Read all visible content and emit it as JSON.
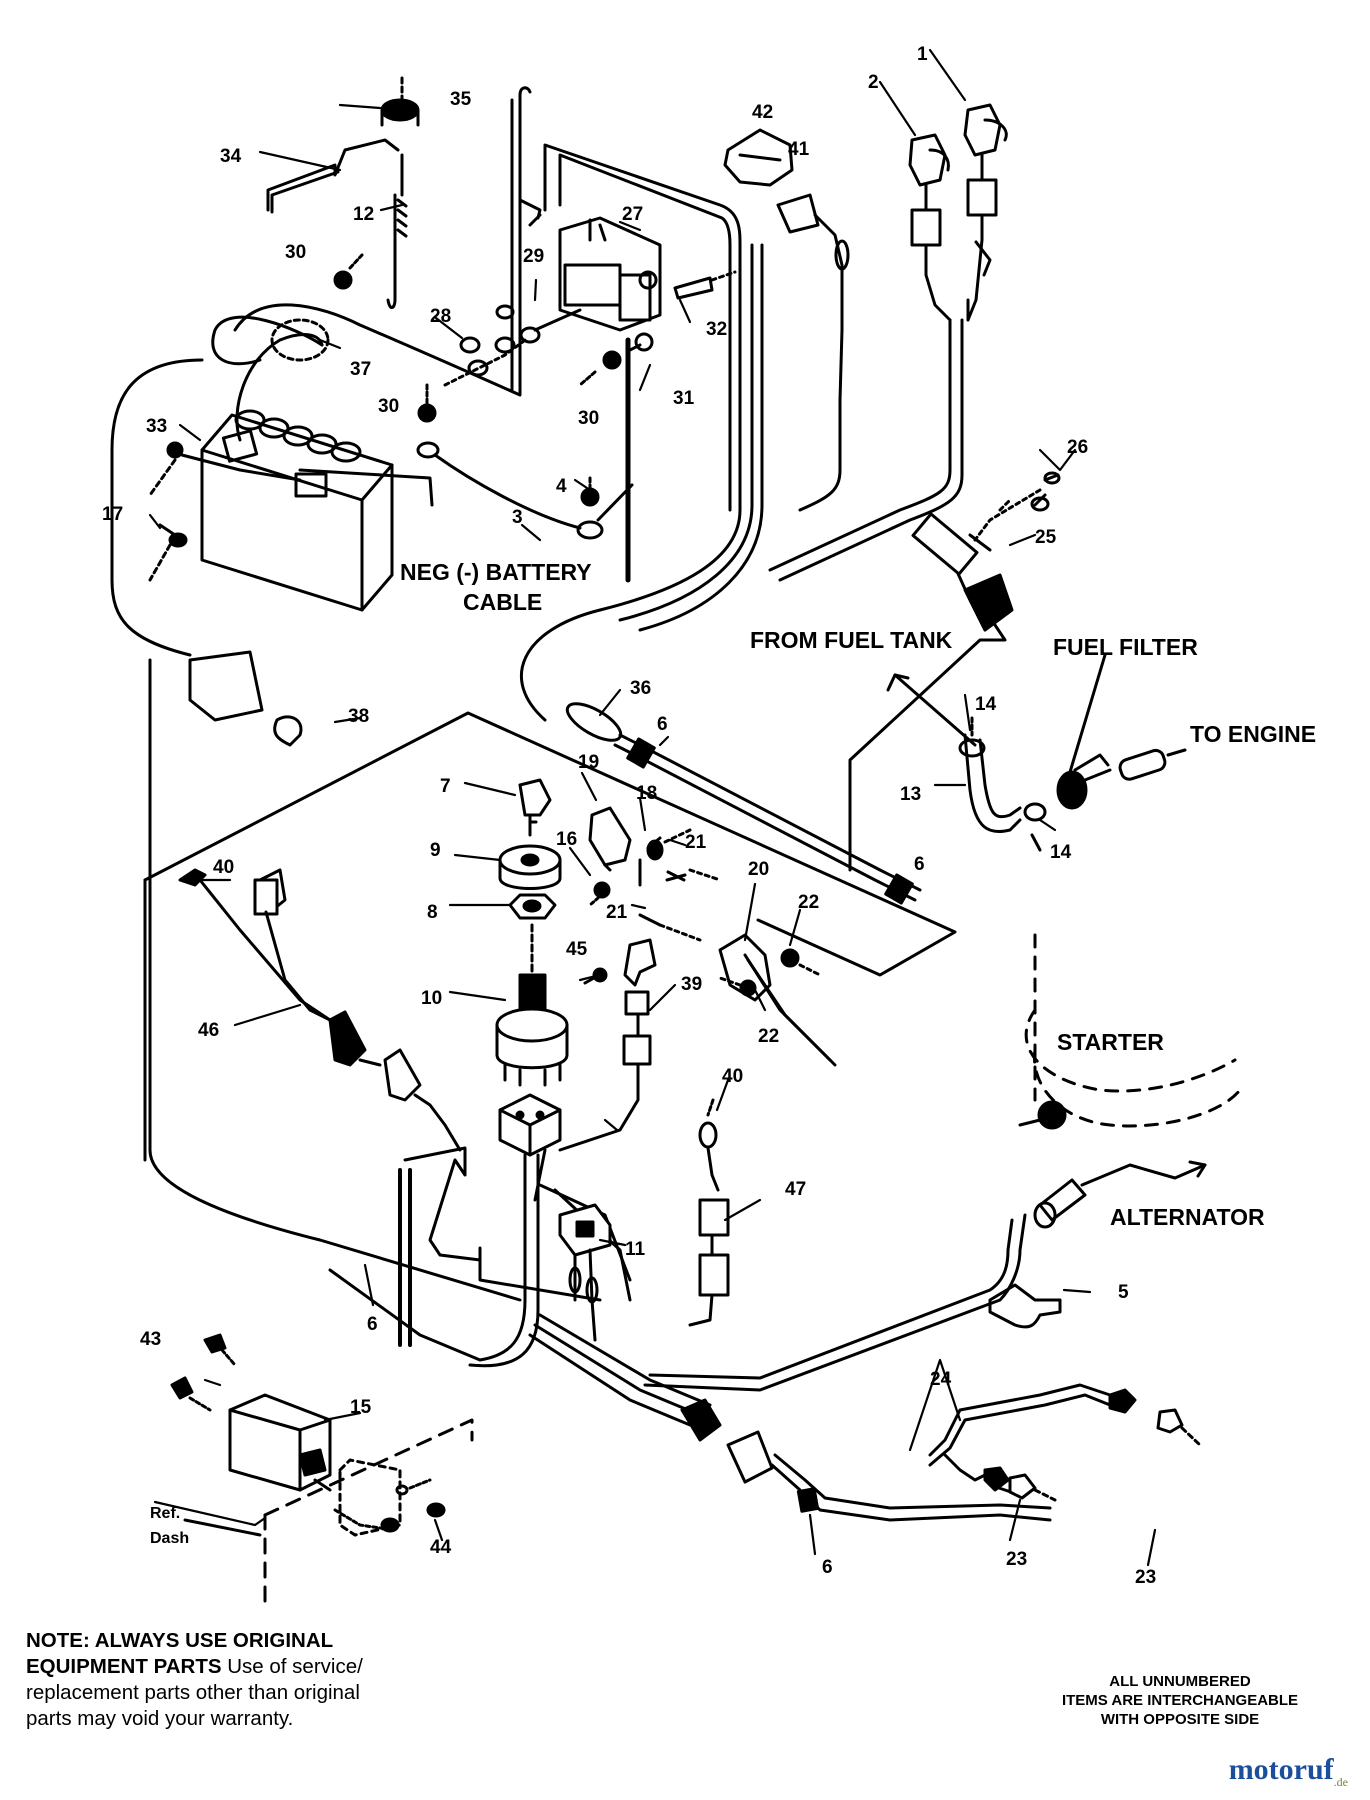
{
  "parts": {
    "p1": "1",
    "p2": "2",
    "p3": "3",
    "p4": "4",
    "p5": "5",
    "p6a": "6",
    "p6b": "6",
    "p6c": "6",
    "p6d": "6",
    "p7": "7",
    "p8": "8",
    "p9": "9",
    "p10": "10",
    "p11": "11",
    "p12": "12",
    "p13": "13",
    "p14a": "14",
    "p14b": "14",
    "p15": "15",
    "p16": "16",
    "p17": "17",
    "p18": "18",
    "p19": "19",
    "p20": "20",
    "p21a": "21",
    "p21b": "21",
    "p22a": "22",
    "p22b": "22",
    "p23a": "23",
    "p23b": "23",
    "p24": "24",
    "p25": "25",
    "p26": "26",
    "p27": "27",
    "p28": "28",
    "p29": "29",
    "p30a": "30",
    "p30b": "30",
    "p30c": "30",
    "p31": "31",
    "p32": "32",
    "p33": "33",
    "p34": "34",
    "p35": "35",
    "p36": "36",
    "p37": "37",
    "p38": "38",
    "p39": "39",
    "p40a": "40",
    "p40b": "40",
    "p41": "41",
    "p42": "42",
    "p43": "43",
    "p44": "44",
    "p45": "45",
    "p46": "46",
    "p47": "47"
  },
  "labels": {
    "neg_battery_line1": "NEG (-) BATTERY",
    "neg_battery_line2": "CABLE",
    "from_fuel_tank": "FROM FUEL TANK",
    "fuel_filter": "FUEL FILTER",
    "to_engine": "TO ENGINE",
    "starter": "STARTER",
    "alternator": "ALTERNATOR",
    "ref_dash_line1": "Ref.",
    "ref_dash_line2": "Dash"
  },
  "note": {
    "lead": "NOTE: ALWAYS USE ORIGINAL",
    "line2_bold": "EQUIPMENT PARTS",
    "line2_rest": " Use of service/",
    "line3": "replacement parts other than original",
    "line4": "parts may void your warranty."
  },
  "unnumbered": {
    "line1": "ALL UNNUMBERED",
    "line2": "ITEMS ARE INTERCHANGEABLE",
    "line3": "WITH OPPOSITE SIDE"
  },
  "brand": {
    "name": "motoruf",
    "suffix": ".de"
  }
}
